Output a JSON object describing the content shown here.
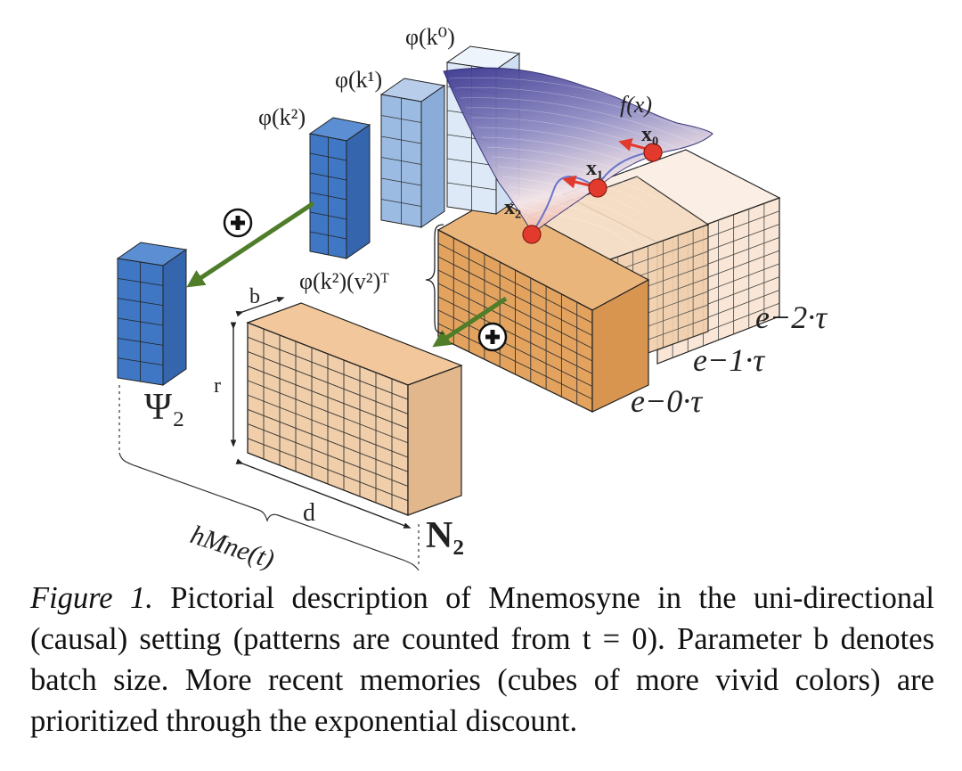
{
  "colors": {
    "dark_blue": "#3f77c4",
    "mid_blue": "#9cbbe3",
    "light_blue": "#dde9f6",
    "dark_orange": "#e3a35e",
    "mid_orange": "#f0ceaa",
    "light_orange": "#f9e6d6",
    "arrow_green": "#4f7d2a",
    "point_red": "#e23b2e",
    "surface_purple": "#3b3690"
  },
  "labels": {
    "phi_k0": "φ(k⁰)",
    "phi_k1": "φ(k¹)",
    "phi_k2": "φ(k²)",
    "f_x": "f(x)",
    "x0": "x₀",
    "x1": "x₁",
    "x2": "x₂",
    "phi_k2_v2": "φ(k²)(v²)ᵀ",
    "discount_2": "e−2·τ",
    "discount_1": "e−1·τ",
    "discount_0": "e−0·τ",
    "b": "b",
    "r": "r",
    "d": "d",
    "psi2": "Ψ₂",
    "n2": "N₂",
    "h_mne": "hMne(t)"
  },
  "icons": [
    "plus-circle-icon",
    "plus-circle-icon"
  ],
  "caption": {
    "figure_label": "Figure 1.",
    "text": " Pictorial description of Mnemosyne in the uni-directional (causal) setting (patterns are counted from t = 0). Parameter b denotes batch size. More recent memories (cubes of more vivid colors) are prioritized through the exponential discount."
  }
}
